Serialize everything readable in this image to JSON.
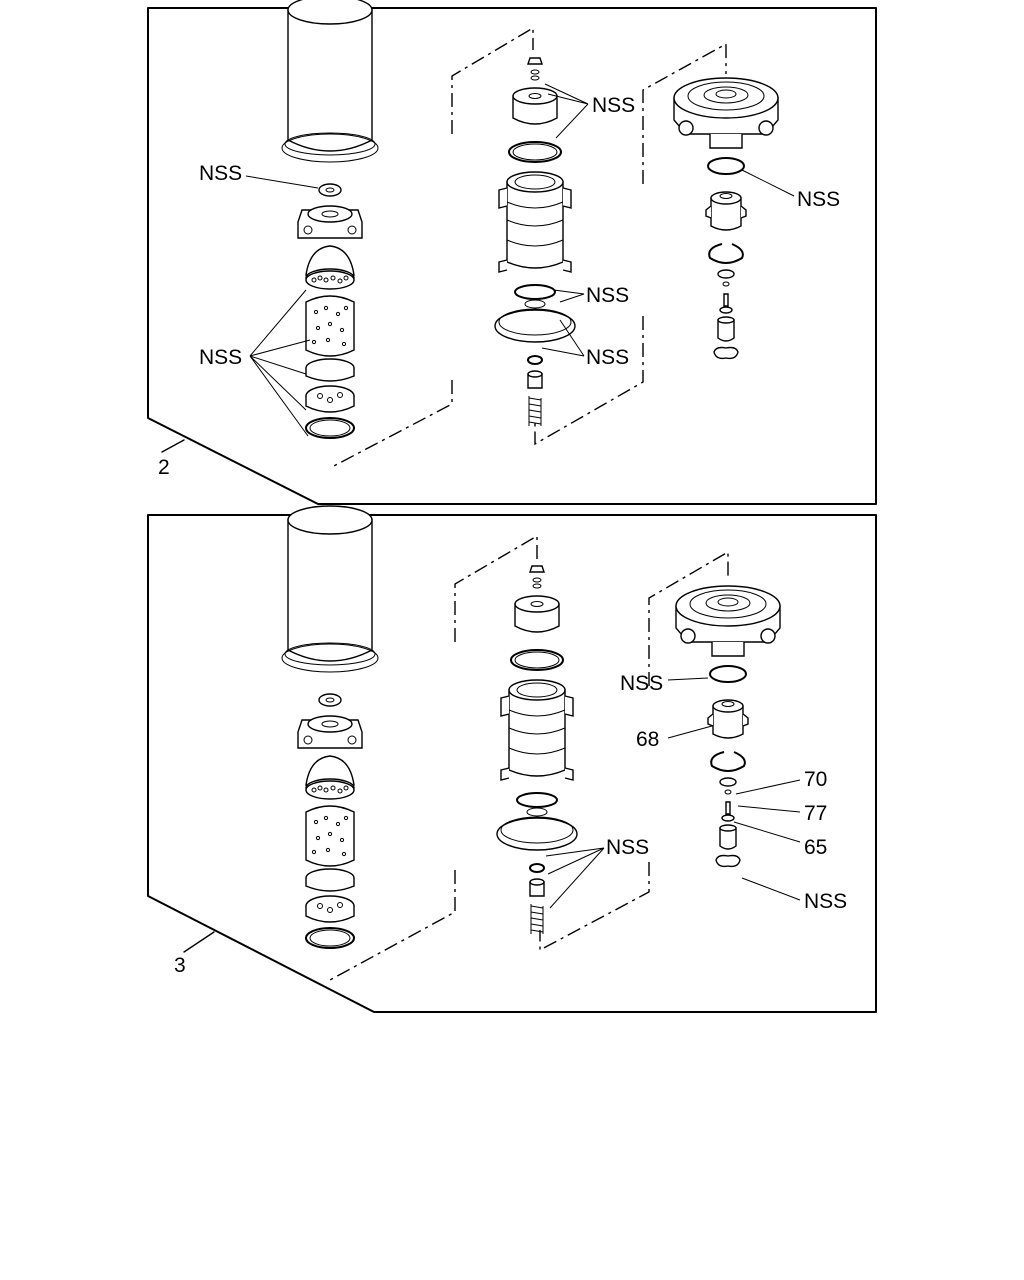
{
  "panels": [
    {
      "id": "upper",
      "number": "2",
      "labels": [
        "NSS",
        "NSS",
        "NSS",
        "NSS",
        "NSS",
        "NSS"
      ]
    },
    {
      "id": "lower",
      "number": "3",
      "labels": [
        "NSS",
        "68",
        "70",
        "77",
        "65",
        "NSS",
        "NSS"
      ]
    }
  ]
}
